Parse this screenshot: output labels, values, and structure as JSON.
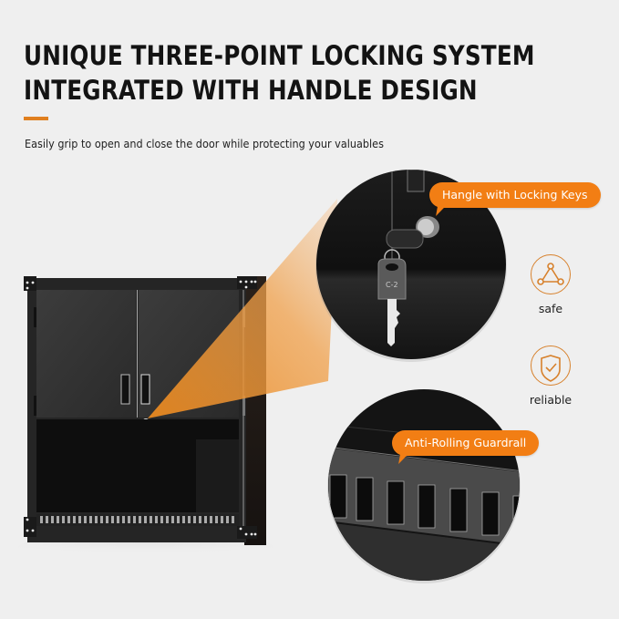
{
  "header": {
    "title_line1": "UNIQUE THREE-POINT LOCKING SYSTEM",
    "title_line2": "INTEGRATED WITH HANDLE DESIGN",
    "subtitle": "Easily grip to open and close the door while protecting your valuables"
  },
  "callouts": [
    {
      "label": "Hangle with Locking Keys"
    },
    {
      "label": "Anti-Rolling Guardrall"
    }
  ],
  "features": [
    {
      "icon": "triangle-nodes-icon",
      "label": "safe"
    },
    {
      "icon": "shield-check-icon",
      "label": "reliable"
    }
  ],
  "colors": {
    "accent": "#f27e14",
    "accent_bar": "#e07f1f",
    "icon_outline": "#d7812c",
    "background": "#efefef",
    "cabinet": "#2e2e2e"
  }
}
